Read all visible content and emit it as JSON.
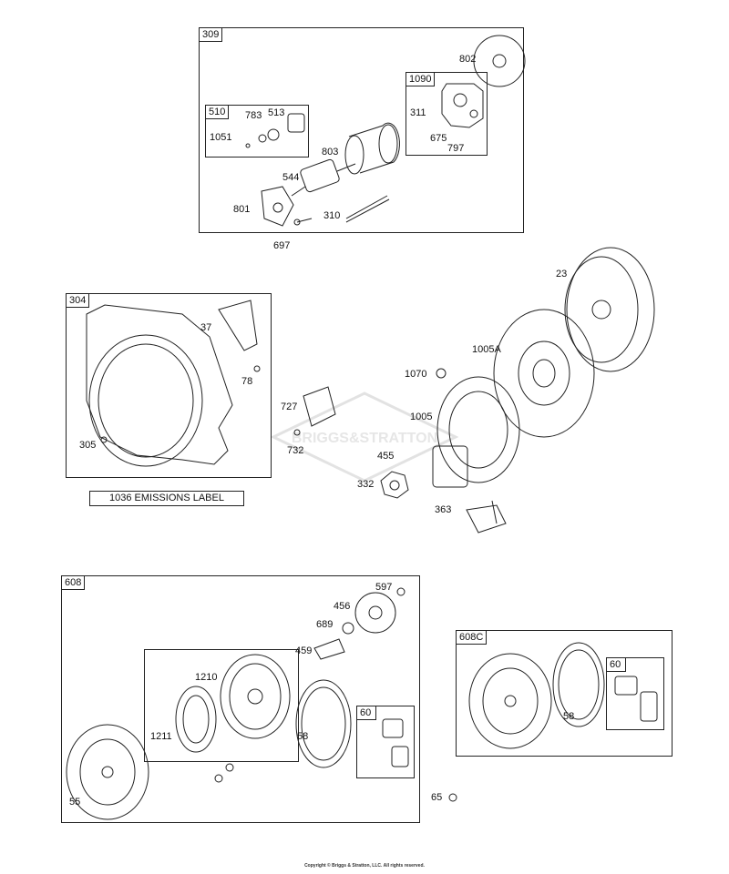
{
  "groups": {
    "g309": "309",
    "g510": "510",
    "g1090": "1090",
    "g304": "304",
    "g608": "608",
    "g608c": "608C",
    "g60a": "60",
    "g60b": "60"
  },
  "parts": {
    "p802": "802",
    "p311": "311",
    "p675": "675",
    "p797": "797",
    "p783": "783",
    "p513": "513",
    "p1051": "1051",
    "p803": "803",
    "p544": "544",
    "p801": "801",
    "p310": "310",
    "p697": "697",
    "p23": "23",
    "p37": "37",
    "p78": "78",
    "p305": "305",
    "p1005a": "1005A",
    "p1070": "1070",
    "p727": "727",
    "p1005": "1005",
    "p732": "732",
    "p455": "455",
    "p332": "332",
    "p363": "363",
    "p597": "597",
    "p456": "456",
    "p689": "689",
    "p459": "459",
    "p1210": "1210",
    "p1211": "1211",
    "p58a": "58",
    "p58b": "58",
    "p55": "55",
    "p65": "65"
  },
  "labels": {
    "emissions": "1036 EMISSIONS LABEL",
    "watermark": "BRIGGS&STRATTON",
    "copyright": "Copyright © Briggs & Stratton, LLC. All rights reserved."
  }
}
